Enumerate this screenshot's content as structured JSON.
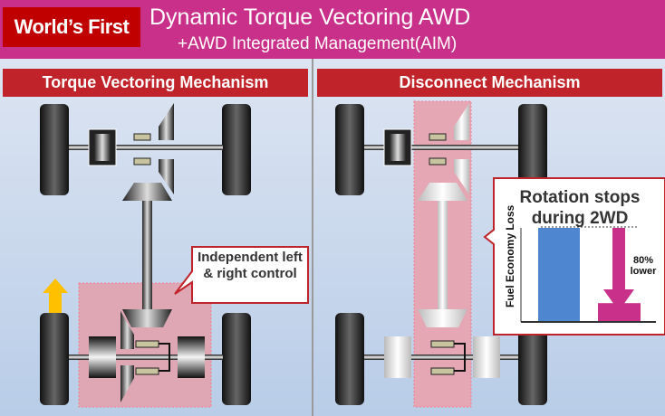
{
  "header": {
    "badge": "World’s First",
    "title": "Dynamic Torque Vectoring AWD",
    "subtitle": "+AWD Integrated Management(AIM)",
    "color": "#c9308a",
    "badge_color": "#c00000"
  },
  "left_panel": {
    "heading": "Torque Vectoring Mechanism",
    "callout": "Independent left & right control",
    "arrow_icon": "yellow-up-arrow"
  },
  "right_panel": {
    "heading": "Disconnect Mechanism",
    "chart": {
      "title": "Rotation stops during 2WD",
      "ylabel": "Fuel Economy Loss",
      "reduction_label": "80% lower",
      "values_relative": [
        1.0,
        0.2
      ],
      "colors": [
        "#4f86d0",
        "#c9308a"
      ]
    }
  }
}
